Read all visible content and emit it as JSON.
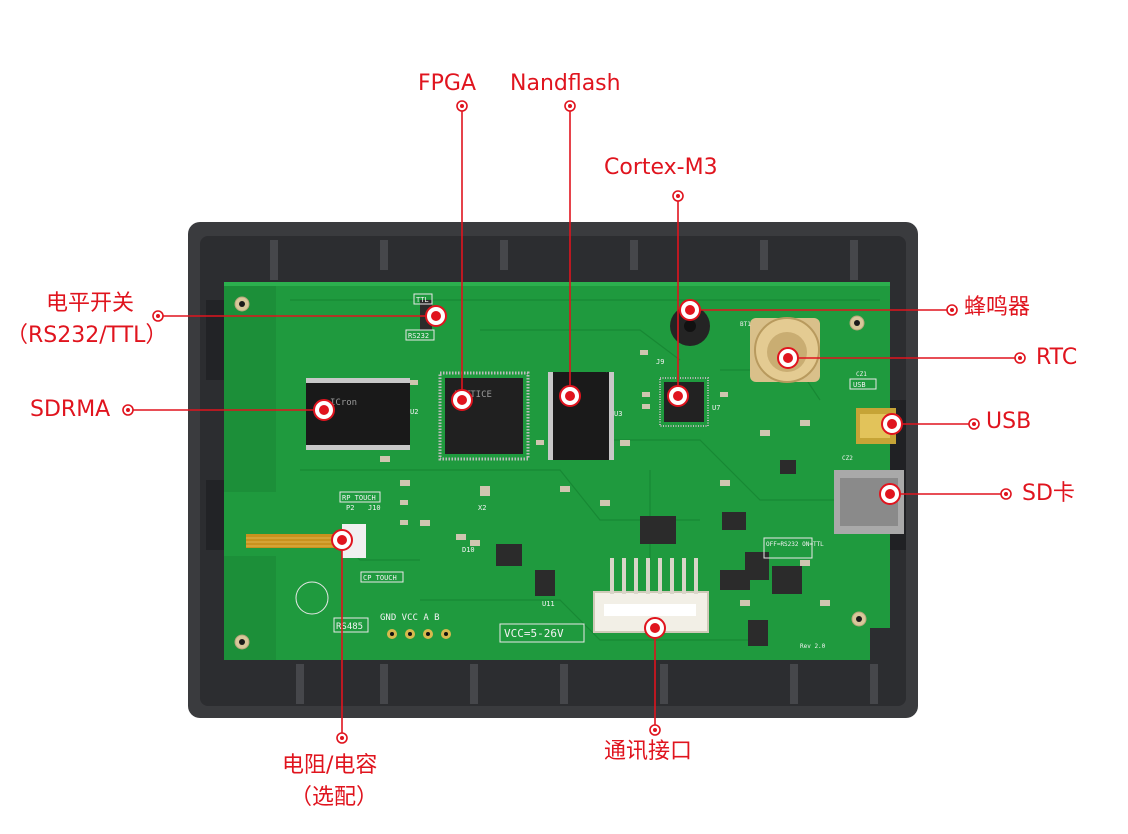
{
  "labels": {
    "fpga": "FPGA",
    "nandflash": "Nandflash",
    "cortex": "Cortex-M3",
    "level_switch_line1": "电平开关",
    "level_switch_line2": "（RS232/TTL）",
    "sdram": "SDRMA",
    "buzzer": "蜂鸣器",
    "rtc": "RTC",
    "usb": "USB",
    "sd_card": "SD卡",
    "resistor_line1": "电阻/电容",
    "resistor_line2": "（选配）",
    "comm_port": "通讯接口"
  },
  "silkscreen": {
    "ttl": "TTL",
    "rs232": "RS232",
    "rs485": "RS485",
    "gnd_vcc_ab": "GND VCC  A  B",
    "vcc_range": "VCC=5-26V",
    "rp_touch": "RP TOUCH",
    "cp_touch": "CP TOUCH",
    "usb": "USB",
    "off_on": "OFF=RS232 ON=TTL",
    "rev": "Rev 2.0",
    "bt1": "BT1",
    "cz2": "CZ2",
    "cz1": "CZ1",
    "j9": "J9",
    "u2": "U2",
    "u3": "U3",
    "u7": "U7",
    "u11": "U11",
    "x2": "X2",
    "p2": "P2",
    "j10": "J10",
    "d10": "D10",
    "chip_fpga": "LATTICE",
    "chip_sdram": "ICron"
  },
  "colors": {
    "accent": "#e0141e",
    "pcb": "#1f9a3e",
    "pcb_dark": "#137a2c",
    "enclosure": "#3a3b3e"
  }
}
